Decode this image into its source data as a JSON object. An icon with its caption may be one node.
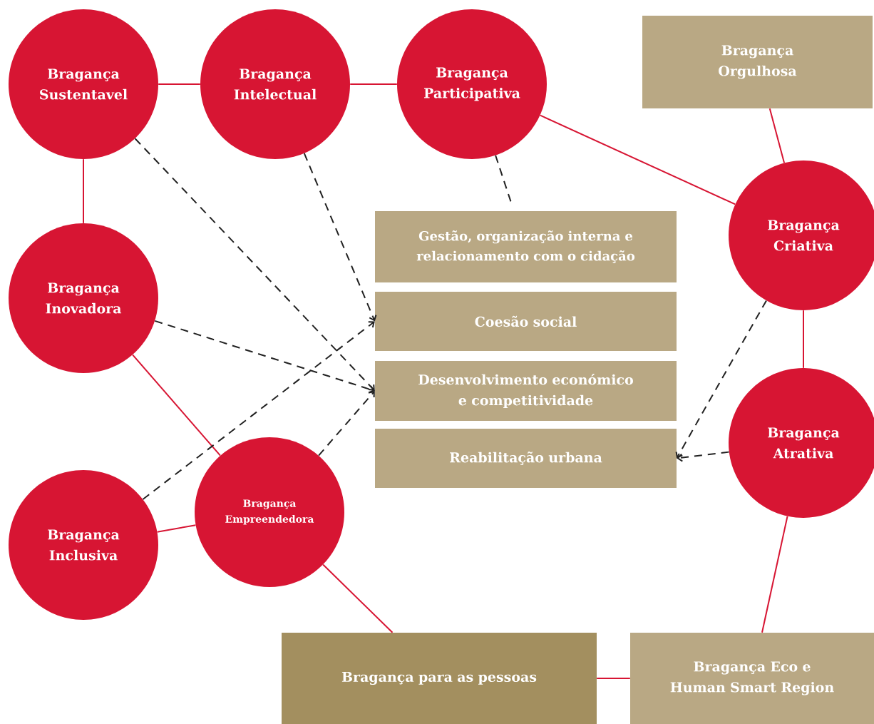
{
  "diagram": {
    "nodes": [
      {
        "text": [
          "Bragança Sustentavel"
        ]
      },
      {
        "text": [
          "Bragança Intelectual"
        ]
      },
      {
        "text": [
          "Bragança Participativa"
        ]
      },
      {
        "text": [
          "Bragança Orgulhosa"
        ]
      },
      {
        "text": [
          "Gestão, organização interna e relacionamento com o cidação"
        ]
      },
      {
        "text": [
          "Bragança Criativa"
        ]
      },
      {
        "text": [
          "Bragança Inovadora"
        ]
      },
      {
        "text": [
          "Coesão social"
        ]
      },
      {
        "text": [
          "Desenvolvimento económico e competitividade"
        ]
      },
      {
        "text": [
          "Reabilitação urbana"
        ]
      },
      {
        "text": [
          "Bragança Atrativa"
        ]
      },
      {
        "text": [
          "Bragança Empreendedora"
        ]
      },
      {
        "text": [
          "Bragança Inclusiva"
        ]
      },
      {
        "text": [
          "Bragança para as pessoas"
        ]
      },
      {
        "text": [
          "Bragança Eco e Human Smart Region"
        ]
      }
    ],
    "edges": [
      {
        "from": 0,
        "to": 1,
        "arrow": "none"
      },
      {
        "from": 1,
        "to": 2,
        "arrow": "none"
      },
      {
        "from": 2,
        "to": 5,
        "arrow": "none"
      },
      {
        "from": 3,
        "to": 5,
        "arrow": "none"
      },
      {
        "from": 0,
        "to": 6,
        "arrow": "none"
      },
      {
        "from": 5,
        "to": 10,
        "arrow": "none"
      },
      {
        "from": 6,
        "to": 11,
        "arrow": "none"
      },
      {
        "from": 12,
        "to": 11,
        "arrow": "none"
      },
      {
        "from": 11,
        "to": 13,
        "arrow": "none"
      },
      {
        "from": 13,
        "to": 14,
        "arrow": "none"
      },
      {
        "from": 10,
        "to": 14,
        "arrow": "none"
      },
      {
        "from": 0,
        "to": 8,
        "arrow": "to",
        "style": "dashed",
        "color": "#222222"
      },
      {
        "from": 1,
        "to": 7,
        "arrow": "to",
        "style": "dashed",
        "color": "#222222"
      },
      {
        "from": 2,
        "to": 4,
        "arrow": "none",
        "style": "dashed",
        "color": "#222222"
      },
      {
        "from": 6,
        "to": 8,
        "arrow": "to",
        "style": "dashed",
        "color": "#222222"
      },
      {
        "from": 12,
        "to": 7,
        "arrow": "to",
        "style": "dashed",
        "color": "#222222"
      },
      {
        "from": 11,
        "to": 8,
        "arrow": "to",
        "style": "dashed",
        "color": "#222222"
      },
      {
        "from": 5,
        "to": 9,
        "arrow": "to",
        "style": "dashed",
        "color": "#222222"
      },
      {
        "from": 10,
        "to": 9,
        "arrow": "to",
        "style": "dashed",
        "color": "#222222"
      }
    ]
  }
}
